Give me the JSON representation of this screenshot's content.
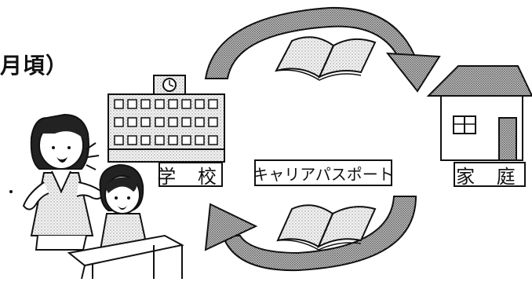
{
  "header": {
    "fragment_text": "月頃）"
  },
  "labels": {
    "school": "学 校",
    "passport": "キャリアパスポート",
    "home": "家 庭"
  },
  "clock": {
    "hands": "9:00"
  }
}
